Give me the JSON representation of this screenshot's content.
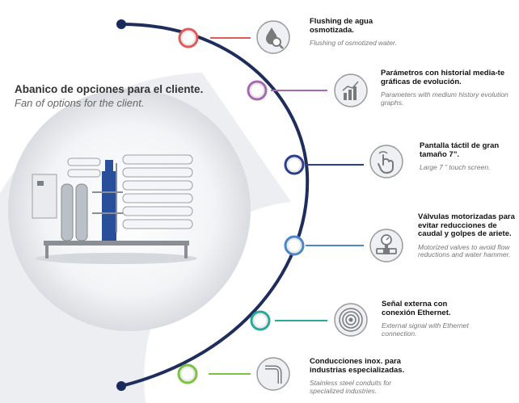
{
  "headline": {
    "title_es": "Abanico de opciones para el cliente.",
    "title_en": "Fan of options for the client."
  },
  "colors": {
    "arc": "#1f2d5c",
    "icon_stroke": "#7a7a7a",
    "icon_fill": "#eef0f3"
  },
  "features": [
    {
      "es": "Flushing de agua osmotizada.",
      "en": "Flushing of osmotized water.",
      "color": "#e05a5a",
      "icon": "water-drop-search-icon"
    },
    {
      "es": "Parámetros con historial media-te gráficas de evolución.",
      "en": "Parameters with medium history evolution graphs.",
      "color": "#a46ab0",
      "icon": "bar-chart-icon"
    },
    {
      "es": "Pantalla táctil de gran tamaño 7”.",
      "en": "Large 7 ” touch screen.",
      "color": "#2c3f8c",
      "icon": "touch-hand-icon"
    },
    {
      "es": "Válvulas motorizadas para evitar reducciones de caudal y golpes de ariete.",
      "en": "Motorized valves to avoid flow reductions and water hammer.",
      "color": "#4a86c8",
      "icon": "gauge-valve-icon"
    },
    {
      "es": "Señal externa con conexión Ethernet.",
      "en": "External signal with Ethernet connection.",
      "color": "#2aa99a",
      "icon": "signal-waves-icon"
    },
    {
      "es": "Conducciones inox. para industrias especializadas.",
      "en": "Stainless steel conduits for specialized industries.",
      "color": "#7cc242",
      "icon": "pipe-elbow-icon"
    }
  ]
}
